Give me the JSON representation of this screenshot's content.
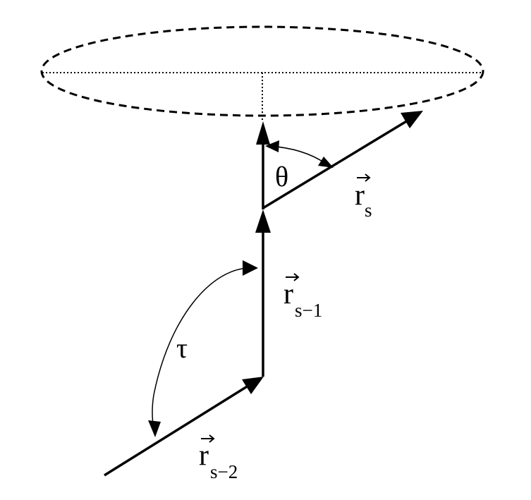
{
  "diagram": {
    "labels": {
      "theta": "θ",
      "tau": "τ",
      "r_s": {
        "base": "r",
        "sub": "s"
      },
      "r_s_minus_1": {
        "base": "r",
        "sub": "s−1"
      },
      "r_s_minus_2": {
        "base": "r",
        "sub": "s−2"
      }
    },
    "colors": {
      "stroke": "#000000",
      "background": "#ffffff"
    }
  }
}
